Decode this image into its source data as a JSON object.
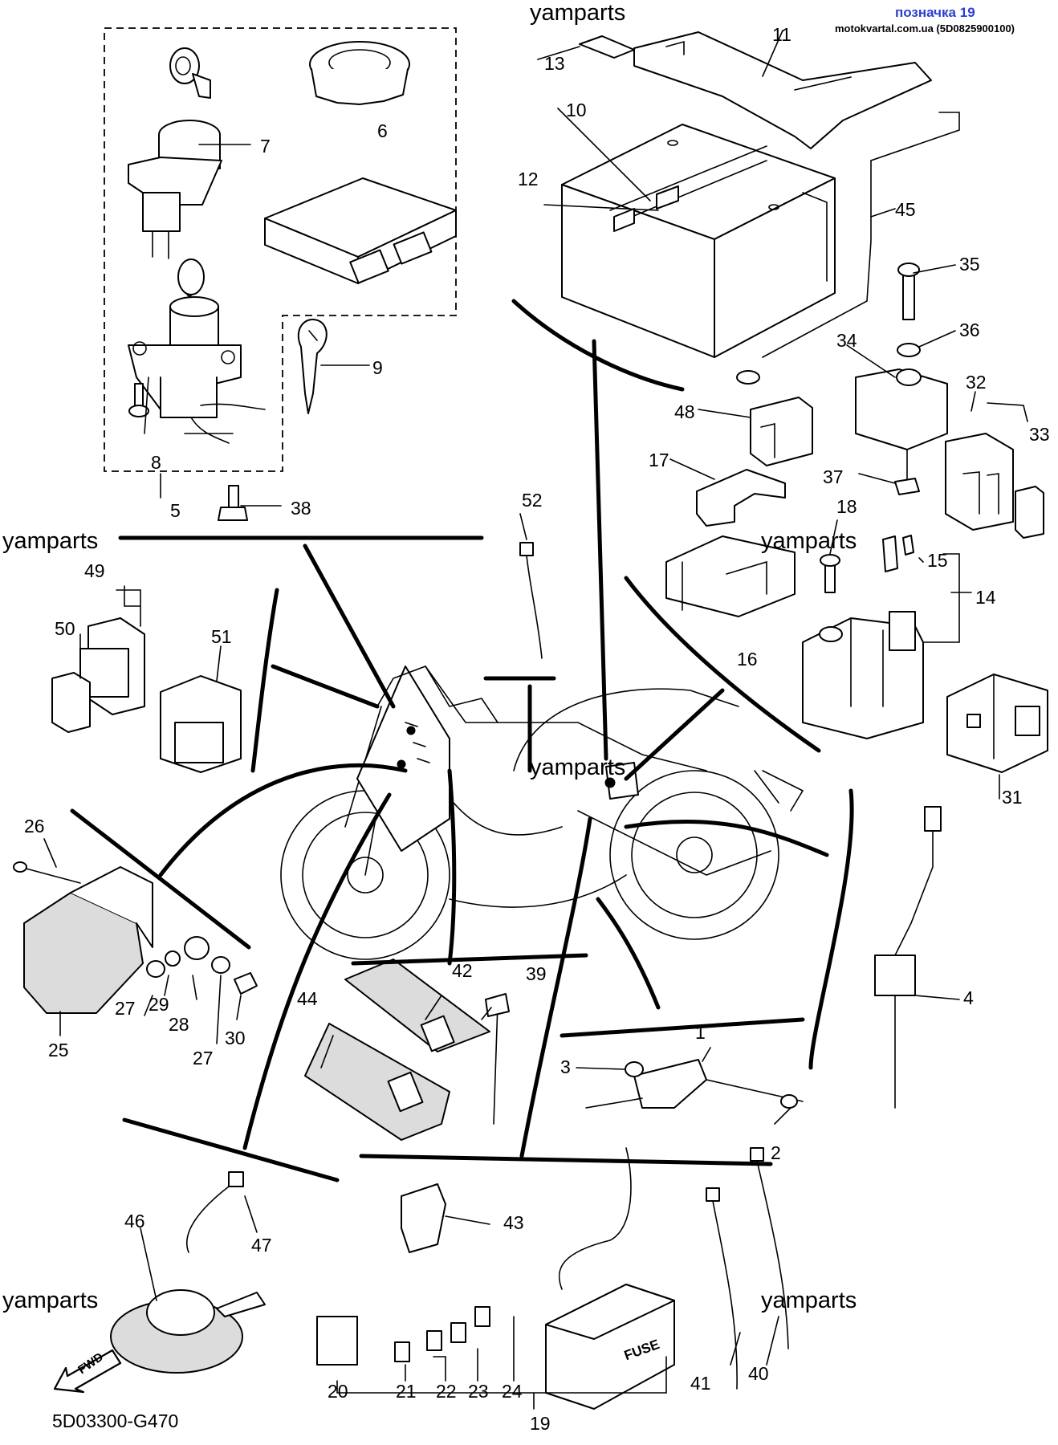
{
  "header": {
    "title": "позначка 19",
    "source": "motokvartal.com.ua (5D0825900100)"
  },
  "diagram_code": "5D03300-G470",
  "watermark": "yamparts",
  "component_text": {
    "fuse_box": "FUSE",
    "direction_arrow": "FWD"
  },
  "part_numbers": [
    "1",
    "2",
    "3",
    "4",
    "5",
    "6",
    "7",
    "8",
    "9",
    "10",
    "11",
    "12",
    "13",
    "14",
    "15",
    "16",
    "17",
    "18",
    "19",
    "20",
    "21",
    "22",
    "23",
    "24",
    "25",
    "26",
    "27",
    "28",
    "29",
    "30",
    "31",
    "32",
    "33",
    "34",
    "35",
    "36",
    "37",
    "38",
    "39",
    "40",
    "41",
    "42",
    "43",
    "44",
    "45",
    "46",
    "47",
    "48",
    "49",
    "50",
    "51",
    "52"
  ]
}
